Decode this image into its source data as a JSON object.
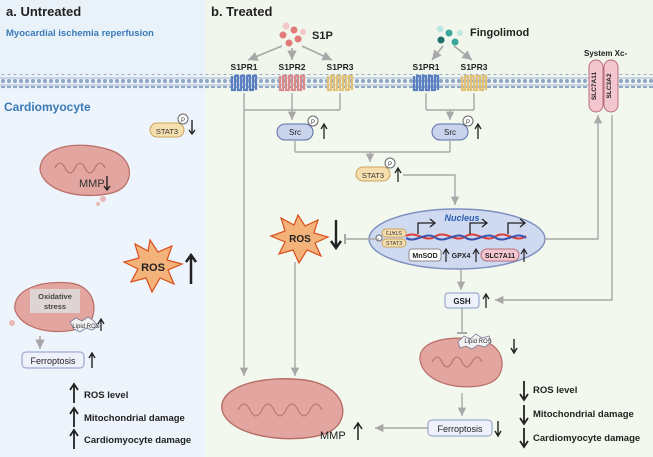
{
  "panel_a": {
    "heading": "a. Untreated",
    "subtitle": "Myocardial ischemia reperfusion",
    "cell_label": "Cardiomyocyte",
    "stat3": "STAT3",
    "p": "P",
    "mmp": "MMP",
    "ros": "ROS",
    "oxidative_stress_line1": "Oxidative",
    "oxidative_stress_line2": "stress",
    "lipid_ros": "Lipid ROS",
    "ferroptosis": "Ferroptosis",
    "outcomes": [
      "ROS level",
      "Mitochondrial damage",
      "Cardiomyocyte damage"
    ]
  },
  "panel_b": {
    "heading": "b. Treated",
    "s1p": "S1P",
    "fingolimod": "Fingolimod",
    "system_xc": "System Xc-",
    "slc7a11_membrane": "SLC7A11",
    "slc3a2_membrane": "SLC3A2",
    "receptors_left": [
      "S1PR1",
      "S1PR2",
      "S1PR3"
    ],
    "receptors_right": [
      "S1PR1",
      "S1PR3"
    ],
    "src": "Src",
    "p": "P",
    "stat3": "STAT3",
    "nucleus": "Nucleus",
    "dimer_top": "STAT3",
    "dimer_bottom": "STAT3",
    "mnsod": "MnSOD",
    "gpx4": "GPX4",
    "slc7a11": "SLC7A11",
    "ros": "ROS",
    "gsh": "GSH",
    "lipid_ros": "Lipid ROS",
    "mmp": "MMP",
    "ferroptosis": "Ferroptosis",
    "outcomes": [
      "ROS level",
      "Mitochondrial damage",
      "Cardiomyocyte damage"
    ]
  },
  "colors": {
    "panel_a_bg": "#e8f0f8",
    "panel_b_bg": "#f0f6ea",
    "heading_blue": "#3a7ab8",
    "s1p_dot": "#e27a7a",
    "fingolimod_dot": "#3aa79c",
    "receptor_blue": "#5a7ec2",
    "receptor_pink": "#d98a8a",
    "receptor_yellow": "#e2c178",
    "mito_fill": "#e2a59f",
    "ros_fill": "#f0b27a"
  }
}
